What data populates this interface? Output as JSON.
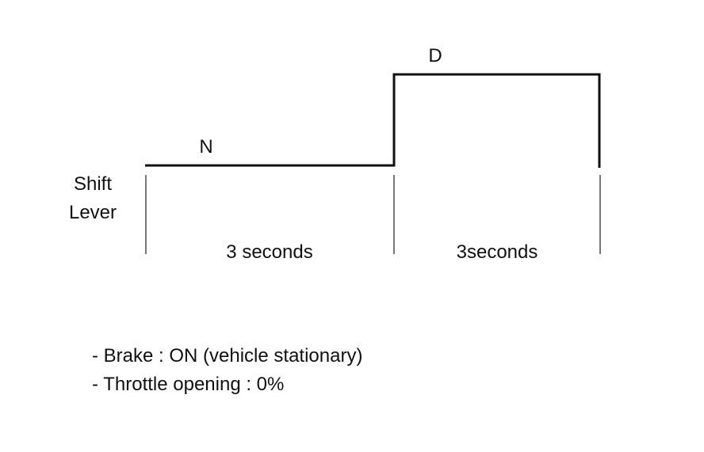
{
  "diagram": {
    "y_label_line1": "Shift",
    "y_label_line2": "Lever",
    "phases": [
      {
        "position": "N",
        "duration": "3 seconds"
      },
      {
        "position": "D",
        "duration": "3seconds"
      }
    ]
  },
  "conditions": [
    "- Brake : ON (vehicle stationary)",
    "- Throttle opening : 0%"
  ],
  "colors": {
    "line": "#111111",
    "divider": "#777777",
    "background": "#ffffff"
  }
}
